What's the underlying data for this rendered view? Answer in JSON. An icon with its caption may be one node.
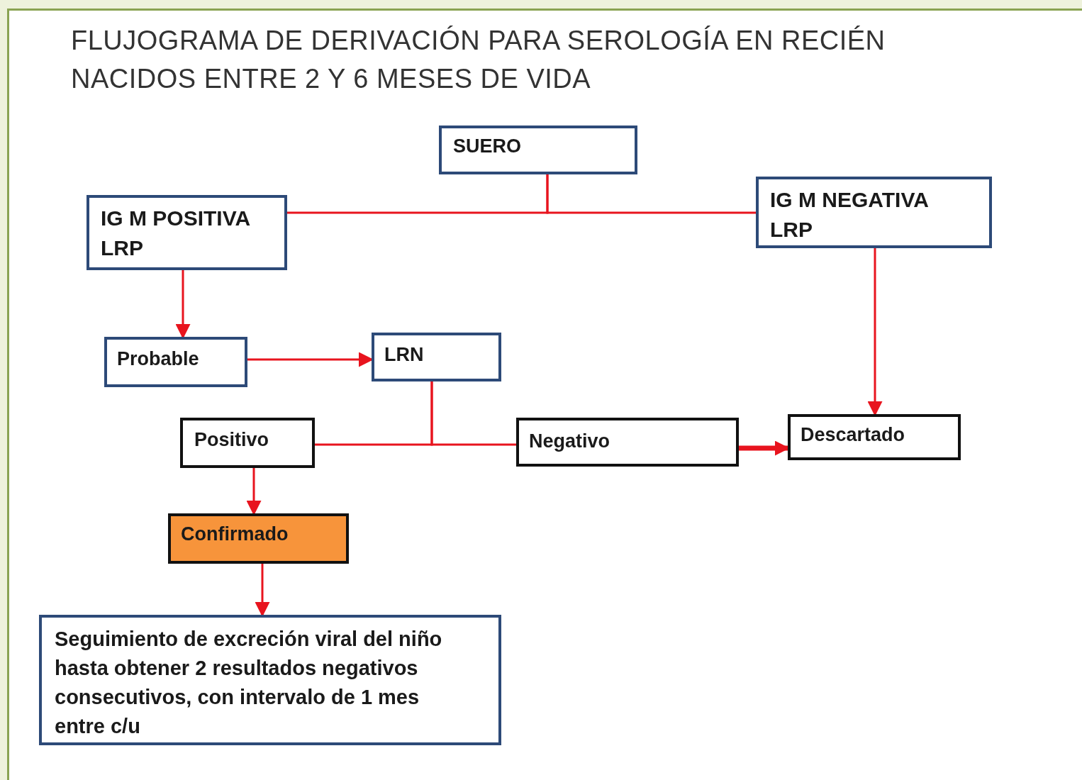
{
  "diagram": {
    "title": "FLUJOGRAMA DE DERIVACIÓN PARA SEROLOGÍA EN RECIÉN NACIDOS ENTRE 2 Y 6 MESES DE VIDA",
    "nodes": [
      {
        "text": [
          "SUERO"
        ]
      },
      {
        "text": [
          "IG M POSITIVA LRP"
        ]
      },
      {
        "text": [
          "IG M NEGATIVA LRP"
        ]
      },
      {
        "text": [
          "Probable"
        ]
      },
      {
        "text": [
          "LRN"
        ]
      },
      {
        "text": [
          "Positivo"
        ]
      },
      {
        "text": [
          "Negativo"
        ]
      },
      {
        "text": [
          "Descartado"
        ]
      },
      {
        "text": [
          "Confirmado"
        ]
      },
      {
        "text": [
          "Seguimiento de excreción viral del niño hasta obtener 2 resultados negativos consecutivos, con intervalo de 1 mes entre c/u"
        ]
      }
    ],
    "edges": [
      {
        "from": 0,
        "to": 1,
        "arrow": "none"
      },
      {
        "from": 0,
        "to": 2,
        "arrow": "none"
      },
      {
        "from": 1,
        "to": 3,
        "arrow": "to"
      },
      {
        "from": 3,
        "to": 4,
        "arrow": "to"
      },
      {
        "from": 4,
        "to": 5,
        "arrow": "none"
      },
      {
        "from": 4,
        "to": 6,
        "arrow": "none"
      },
      {
        "from": 2,
        "to": 7,
        "arrow": "to"
      },
      {
        "from": 6,
        "to": 7,
        "arrow": "to",
        "style": "thick"
      },
      {
        "from": 5,
        "to": 8,
        "arrow": "to"
      },
      {
        "from": 8,
        "to": 9,
        "arrow": "to"
      }
    ]
  }
}
